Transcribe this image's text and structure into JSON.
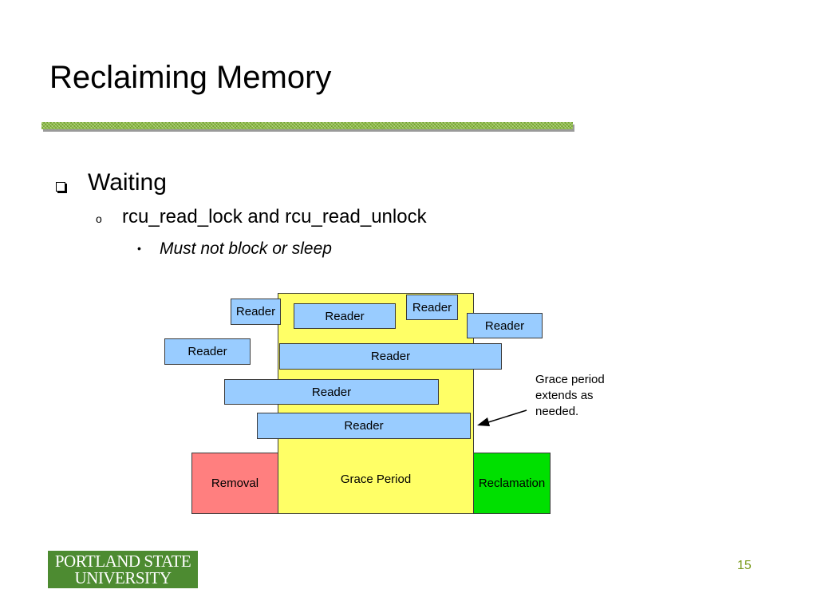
{
  "slide": {
    "title": "Reclaiming Memory",
    "bullet1": "Waiting",
    "bullet2_marker": "o",
    "bullet2": "rcu_read_lock and rcu_read_unlock",
    "bullet3_marker": "•",
    "bullet3": "Must not block or sleep",
    "page_number": "15"
  },
  "diagram": {
    "readers": [
      "Reader",
      "Reader",
      "Reader",
      "Reader",
      "Reader",
      "Reader",
      "Reader",
      "Reader"
    ],
    "grace_period": "Grace Period",
    "removal": "Removal",
    "reclamation": "Reclamation",
    "note_lines": [
      "Grace period",
      "extends as",
      "needed."
    ]
  },
  "logo": {
    "line1": "PORTLAND STATE",
    "line2": "UNIVERSITY"
  },
  "colors": {
    "reader": "#99ccff",
    "grace": "#ffff66",
    "removal": "#ff7f7f",
    "reclamation": "#00e000",
    "logo_bg": "#4d8b31",
    "rule": "#8fbc45",
    "page_number": "#7a9a1a"
  }
}
